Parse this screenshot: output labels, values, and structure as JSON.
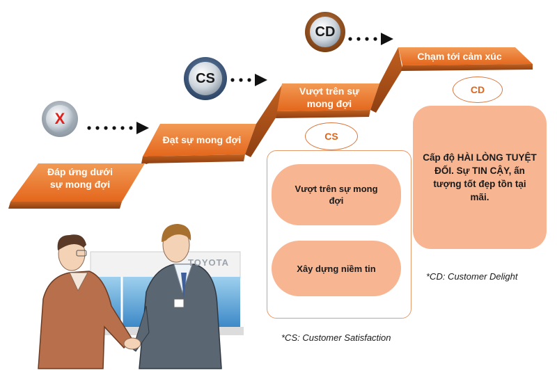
{
  "steps": [
    {
      "label": "Đáp ứng dưới sự mong đợi"
    },
    {
      "label": "Đạt sự mong đợi"
    },
    {
      "label": "Vượt trên sự mong đợi"
    },
    {
      "label": "Chạm tới cảm xúc"
    }
  ],
  "badges": {
    "x": "X",
    "cs": "CS",
    "cd": "CD"
  },
  "cs_panel": {
    "header": "CS",
    "items": [
      "Vượt trên sự mong đợi",
      "Xây dựng niềm tin"
    ]
  },
  "cd_panel": {
    "header": "CD",
    "text": "Cấp độ HÀI LÒNG TUYỆT ĐỐI. Sự TIN CẬY, ấn tượng tốt đẹp tồn tại mãi."
  },
  "notes": {
    "cs": "*CS: Customer Satisfaction",
    "cd": "*CD: Customer Delight"
  },
  "illustration": {
    "sign": "TOYOTA"
  },
  "colors": {
    "step_top": "#ee7c2e",
    "step_side": "#b2521b",
    "panel_border": "#e59a6c",
    "pill_fill": "#f8b592",
    "badge_red": "#e0211b"
  }
}
